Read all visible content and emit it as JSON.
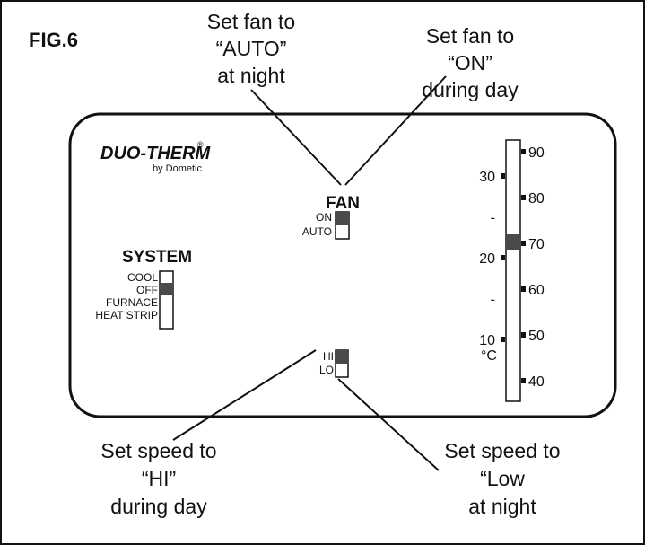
{
  "figure_label": "FIG.6",
  "brand": {
    "logo_text": "DUO-THERM",
    "registered_mark": "®",
    "sub_text": "by Dometic"
  },
  "callouts": {
    "fan_night": [
      "Set fan to",
      "“AUTO”",
      "at night"
    ],
    "fan_day": [
      "Set fan to",
      "“ON”",
      "during day"
    ],
    "speed_day": [
      "Set speed to",
      "“HI”",
      "during day"
    ],
    "speed_night": [
      "Set speed to",
      "“Low",
      "at night"
    ]
  },
  "fan_switch": {
    "title": "FAN",
    "options": [
      "ON",
      "AUTO"
    ],
    "selected": "ON"
  },
  "system_switch": {
    "title": "SYSTEM",
    "options": [
      "COOL",
      "OFF",
      "FURNACE",
      "HEAT STRIP"
    ],
    "selected": "OFF"
  },
  "speed_switch": {
    "options": [
      "HI",
      "LO"
    ],
    "selected": "HI"
  },
  "thermometer": {
    "celsius_labels": [
      "30",
      "-",
      "20",
      "-",
      "10"
    ],
    "celsius_unit": "°C",
    "fahrenheit_labels": [
      "90",
      "80",
      "70",
      "60",
      "50",
      "40"
    ],
    "setpoint_f": 70
  },
  "colors": {
    "line": "#111111",
    "switch_fill": "#4a4a4a",
    "background": "#ffffff"
  }
}
